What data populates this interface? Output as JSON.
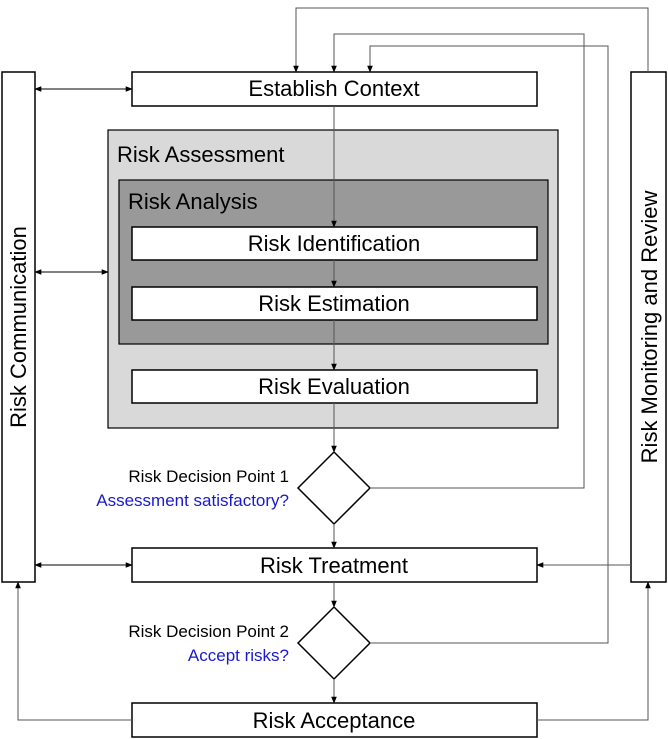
{
  "nodes": {
    "establish_context": "Establish Context",
    "risk_assessment": "Risk Assessment",
    "risk_analysis": "Risk Analysis",
    "risk_identification": "Risk Identification",
    "risk_estimation": "Risk Estimation",
    "risk_evaluation": "Risk Evaluation",
    "risk_treatment": "Risk Treatment",
    "risk_acceptance": "Risk Acceptance",
    "risk_communication": "Risk Communication",
    "risk_monitoring": "Risk Monitoring and Review"
  },
  "decisions": {
    "point1": {
      "label": "Risk Decision Point 1",
      "question": "Assessment satisfactory?"
    },
    "point2": {
      "label": "Risk Decision Point 2",
      "question": "Accept risks?"
    }
  },
  "colors": {
    "assessment_fill": "#d9d9d9",
    "analysis_fill": "#999999",
    "question_text": "#1a1acc"
  }
}
